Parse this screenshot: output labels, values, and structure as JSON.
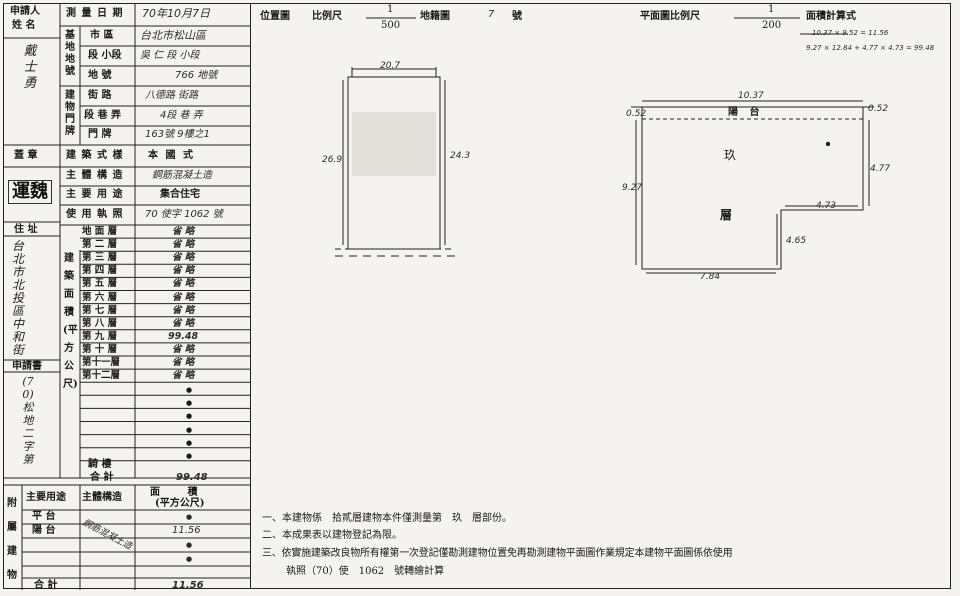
{
  "applicant": {
    "header_line1": "申請人",
    "header_line2": "姓 名",
    "name_hw": "戴士勇",
    "seal_label": "蓋 章",
    "seal_text": "運魏",
    "address_label": "住 址",
    "address_hw": "台北市北投區中和街",
    "applicant_label": "申請書",
    "applicant_hw": "(70)松地二字第"
  },
  "survey": {
    "date_label": "測 量 日 期",
    "date_value": "70年10月7日",
    "loc_label_vertical": "基地地號",
    "city_label": "市 區",
    "city_value": "台北市松山區",
    "section_label": "段 小段",
    "section_value": "吳 仁 段 小段",
    "lot_label": "地 號",
    "lot_value": "766 地號",
    "bldg_label_vertical": "建物門牌",
    "street_label": "街 路",
    "street_value": "八德路 街路",
    "lane_label": "段 巷 弄",
    "lane_value": "4段 巷 弄",
    "door_label": "門 牌",
    "door_value": "163號 9樓之1"
  },
  "building": {
    "style_label": "建 築 式 樣",
    "style_value": "本 國 式",
    "structure_label": "主 體 構 造",
    "structure_value": "鋼筋混凝土造",
    "use_label": "主 要 用 途",
    "use_value": "集合住宅",
    "permit_label": "使 用 執 照",
    "permit_value": "70 使字 1062 號"
  },
  "area_section": {
    "vertical_label": "建築面積(平方公尺)",
    "floors": [
      {
        "label": "地 面 層",
        "value": "省 略"
      },
      {
        "label": "第 二 層",
        "value": "省 略"
      },
      {
        "label": "第 三 層",
        "value": "省 略"
      },
      {
        "label": "第 四 層",
        "value": "省 略"
      },
      {
        "label": "第 五 層",
        "value": "省 略"
      },
      {
        "label": "第 六 層",
        "value": "省 略"
      },
      {
        "label": "第 七 層",
        "value": "省 略"
      },
      {
        "label": "第 八 層",
        "value": "省 略"
      },
      {
        "label": "第 九 層",
        "value": "99.48"
      },
      {
        "label": "第 十 層",
        "value": "省 略"
      },
      {
        "label": "第十一層",
        "value": "省 略"
      },
      {
        "label": "第十二層",
        "value": "省 略"
      }
    ],
    "blank_rows": 6,
    "loft_label": "騎 樓",
    "total_label": "合 計",
    "total_value": "99.48"
  },
  "annex": {
    "vertical_label": "附屬建物",
    "col_use": "主要用途",
    "col_structure": "主體構造",
    "col_area": "面 積",
    "col_area_unit": "(平方公尺)",
    "rows": [
      {
        "use": "平 台",
        "area": "●"
      },
      {
        "use": "陽 台",
        "area": "11.56"
      },
      {
        "use": "",
        "area": "●"
      },
      {
        "use": "",
        "area": "●"
      }
    ],
    "structure_hw": "鋼筋混凝土造",
    "total_label": "合 計",
    "total_value": "11.56"
  },
  "location_map": {
    "title": "位置圖",
    "scale_label": "比例尺",
    "scale_num": "1",
    "scale_den": "500",
    "sheet_label": "地籍圖",
    "sheet_no": "7",
    "sheet_suffix": "號",
    "dim_top": "20.7",
    "dim_left": "26.9",
    "dim_right": "24.3"
  },
  "plan": {
    "title": "平面圖比例尺",
    "scale_num": "1",
    "scale_den": "200",
    "calc_label": "面積計算式",
    "calc_line1": "10.37 × 9.52 = 11.56",
    "calc_line2": "9.27 × 12.84 + 4.77 × 4.73 = 99.48",
    "dim_top": "10.37",
    "dim_left_top": "0.52",
    "dim_right_top": "0.52",
    "dim_left": "9.27",
    "dim_right": "4.77",
    "dim_step": "4.73",
    "dim_step_v": "4.65",
    "dim_bottom": "7.84",
    "balcony_label": "陽 台",
    "floor_label_1": "玖",
    "floor_label_2": "層"
  },
  "notes": {
    "n1": "一、本建物係　拾貳層建物本件僅測量第　玖　層部份。",
    "n2": "二、本成果表以建物登記為限。",
    "n3": "三、依實施建築改良物所有權第一次登記僅勘測建物位置免再勘測建物平面圖作業規定本建物平面圖係依使用",
    "n4": "執照（70）使　1062　號轉繪計算"
  }
}
